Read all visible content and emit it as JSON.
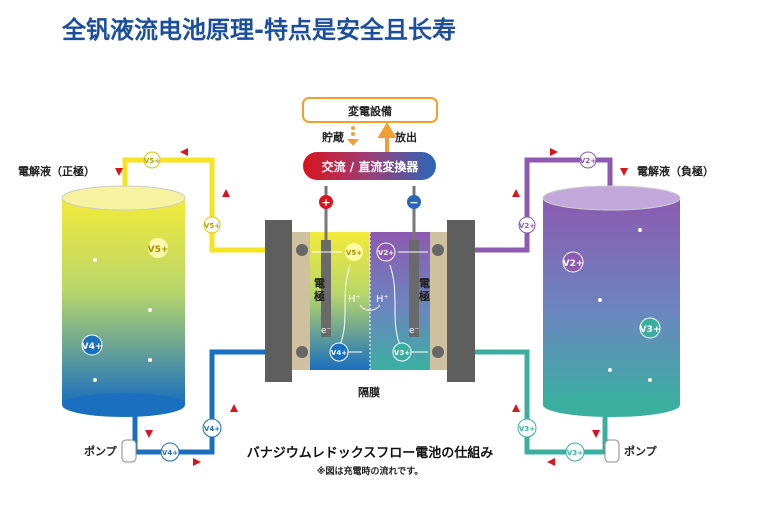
{
  "title": "全钒液流电池原理-特点是安全且长寿",
  "power_equipment": "変電設備",
  "store_label": "貯蔵",
  "discharge_label": "放出",
  "converter": "交流 / 直流変換器",
  "plus": "+",
  "minus": "−",
  "electrolyte_positive": "電解液（正極）",
  "electrolyte_negative": "電解液（負極）",
  "electrode_left": [
    "電",
    "極"
  ],
  "electrode_right": [
    "電",
    "極"
  ],
  "electron": "e⁻",
  "proton": "H⁺",
  "membrane": "隔膜",
  "pump": "ポンプ",
  "ions": {
    "v5": "V5+",
    "v4": "V4+",
    "v2": "V2+",
    "v3": "V3+"
  },
  "caption": "バナジウムレドックスフロー電池の仕組み",
  "note": "※図は充電時の流れです。",
  "colors": {
    "title": "#1b4f9c",
    "yellow": "#f5e421",
    "blue": "#1a6fbe",
    "purple": "#8c5ab0",
    "teal": "#3aafa0",
    "orange": "#f0a030",
    "red": "#d8141e"
  }
}
